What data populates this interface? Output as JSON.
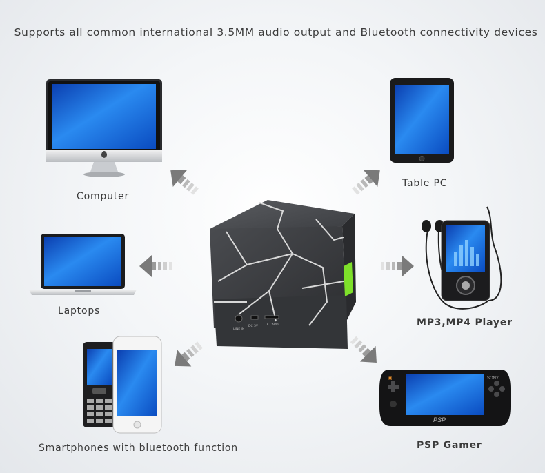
{
  "headline": "Supports all common international 3.5MM audio output and Bluetooth connectivity devices",
  "devices": {
    "computer": {
      "label": "Computer"
    },
    "tablet": {
      "label": "Table PC"
    },
    "laptop": {
      "label": "Laptops"
    },
    "mp3": {
      "label": "MP3,MP4 Player"
    },
    "phone": {
      "label": "Smartphones with bluetooth function"
    },
    "psp": {
      "label": "PSP Gamer"
    }
  },
  "speaker": {
    "port_line_in": "LINE IN",
    "port_dc": "DC 5V",
    "port_tf": "TF CARD"
  },
  "psp_brand": "PSP",
  "sony_brand": "SONY",
  "colors": {
    "screen_blue": "#1f73e6",
    "speaker_body": "#3b3d40",
    "accent_green": "#7ee02a",
    "arrow_gray": "#7a7a7a"
  }
}
